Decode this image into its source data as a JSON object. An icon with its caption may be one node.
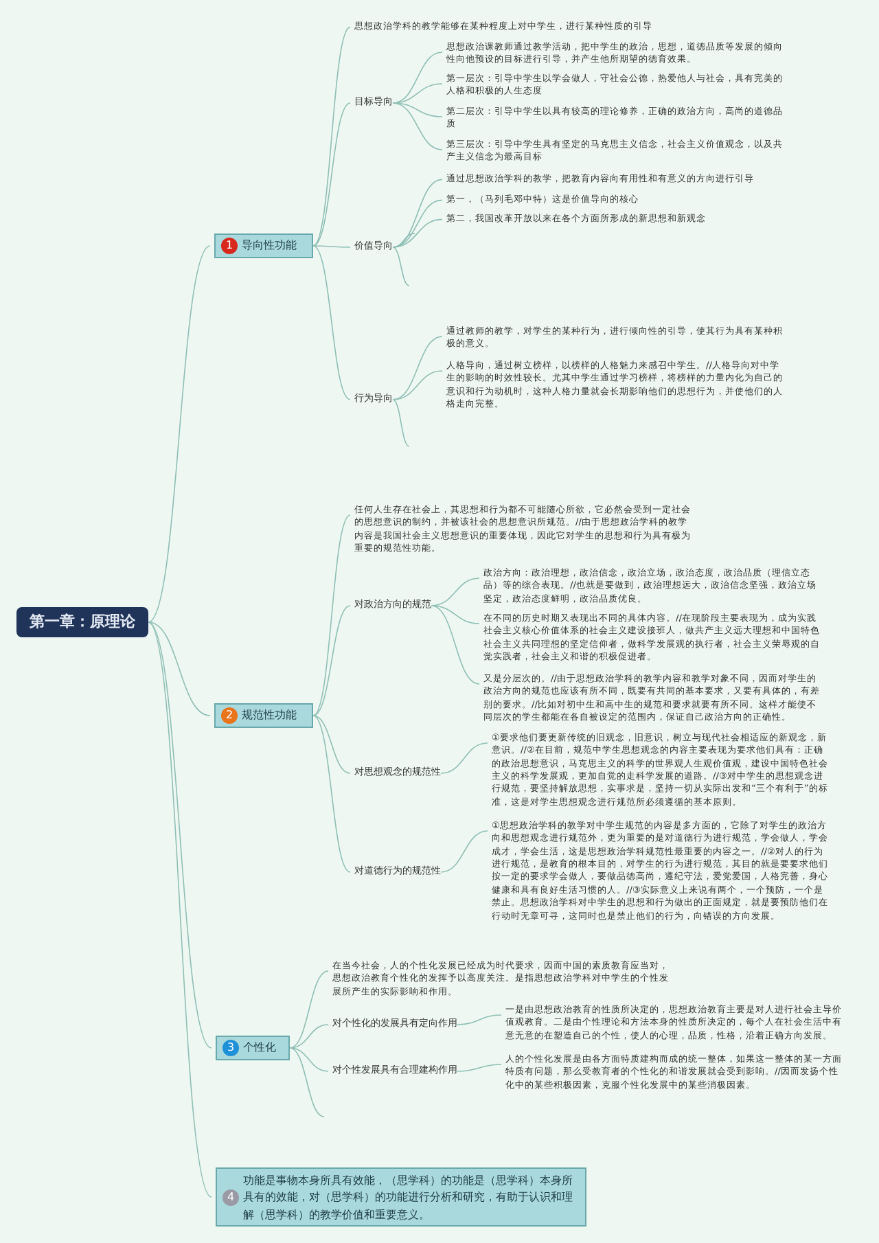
{
  "diagram": {
    "nodes": [
      {
        "text": [
          "第一章：原理论"
        ]
      },
      {
        "text": [
          "1",
          "导向性功能"
        ]
      },
      {
        "text": [
          "思想政治学科的教学能够在某种程度上对中学生，进行某种性质的引导"
        ]
      },
      {
        "text": [
          "目标导向"
        ]
      },
      {
        "text": [
          "思想政治课教师通过教学活动，把中学生的政治，思想，道德品质等发展的倾向性向他预设的目标进行引导，并产生他所期望的德育效果。"
        ]
      },
      {
        "text": [
          "第一层次：引导中学生以学会做人，守社会公德，热爱他人与社会，具有完美的人格和积极的人生态度"
        ]
      },
      {
        "text": [
          "第二层次：引导中学生以具有较高的理论修养，正确的政治方向，高尚的道德品质"
        ]
      },
      {
        "text": [
          "第三层次：引导中学生具有坚定的马克思主义信念，社会主义价值观念，以及共产主义信念为最高目标"
        ]
      },
      {
        "text": [
          "价值导向"
        ]
      },
      {
        "text": [
          "通过思想政治学科的教学，把教育内容向有用性和有意义的方向进行引导"
        ]
      },
      {
        "text": [
          "第一，（马列毛邓中特）这是价值导向的核心"
        ]
      },
      {
        "text": [
          "第二，我国改革开放以来在各个方面所形成的新思想和新观念"
        ]
      },
      {
        "text": [
          "行为导向"
        ]
      },
      {
        "text": [
          "通过教师的教学，对学生的某种行为，进行倾向性的引导，使其行为具有某种积极的意义。"
        ]
      },
      {
        "text": [
          "人格导向，通过树立榜样，以榜样的人格魅力来感召中学生。//人格导向对中学生的影响的时效性较长。尤其中学生通过学习榜样，将榜样的力量内化为自己的意识和行为动机时，这种人格力量就会长期影响他们的思想行为，并使他们的人格走向完整。"
        ]
      },
      {
        "text": [
          "2",
          "规范性功能"
        ]
      },
      {
        "text": [
          "任何人生存在社会上，其思想和行为都不可能随心所欲，它必然会受到一定社会的思想意识的制约，并被该社会的思想意识所规范。//由于思想政治学科的教学内容是我国社会主义思想意识的重要体现，因此它对学生的思想和行为具有极为重要的规范性功能。"
        ]
      },
      {
        "text": [
          "对政治方向的规范"
        ]
      },
      {
        "text": [
          "政治方向：政治理想，政治信念，政治立场，政治态度，政治品质（理信立态品）等的综合表现。//也就是要做到，政治理想远大，政治信念坚强，政治立场坚定，政治态度鲜明，政治品质优良。"
        ]
      },
      {
        "text": [
          "在不同的历史时期又表现出不同的具体内容。//在现阶段主要表现为，成为实践社会主义核心价值体系的社会主义建设接班人，做共产主义远大理想和中国特色社会主义共同理想的坚定信仰者，做科学发展观的执行者，社会主义荣辱观的自觉实践者，社会主义和谐的积极促进者。"
        ]
      },
      {
        "text": [
          "又是分层次的。//由于思想政治学科的教学内容和教学对象不同，因而对学生的政治方向的规范也应该有所不同，既要有共同的基本要求，又要有具体的，有差别的要求。//比如对初中生和高中生的规范和要求就要有所不同。这样才能使不同层次的学生都能在各自被设定的范围内，保证自己政治方向的正确性。"
        ]
      },
      {
        "text": [
          "对思想观念的规范性"
        ]
      },
      {
        "text": [
          "①要求他们要更新传统的旧观念，旧意识，树立与现代社会相适应的新观念，新意识。//②在目前，规范中学生思想观念的内容主要表现为要求他们具有：正确的政治思想意识，马克思主义的科学的世界观人生观价值观，建设中国特色社会主义的科学发展观，更加自觉的走科学发展的道路。//③对中学生的思想观念进行规范，要坚持解放思想，实事求是，坚持一切从实际出发和“三个有利于”的标准，这是对学生思想观念进行规范所必须遵循的基本原则。"
        ]
      },
      {
        "text": [
          "对道德行为的规范性"
        ]
      },
      {
        "text": [
          "①思想政治学科的教学对中学生规范的内容是多方面的，它除了对学生的政治方向和思想观念进行规范外，更为重要的是对道德行为进行规范，学会做人，学会成才，学会生活，这是思想政治学科规范性最重要的内容之一。//②对人的行为进行规范，是教育的根本目的，对学生的行为进行规范，其目的就是要要求他们按一定的要求学会做人，要做品德高尚，遵纪守法，爱党爱国，人格完善，身心健康和具有良好生活习惯的人。//③实际意义上来说有两个，一个预防，一个是禁止。思想政治学科对中学生的思想和行为做出的正面规定，就是要预防他们在行动时无章可寻，这同时也是禁止他们的行为，向错误的方向发展。"
        ]
      },
      {
        "text": [
          "3",
          "个性化"
        ]
      },
      {
        "text": [
          "在当今社会，人的个性化发展已经成为时代要求，因而中国的素质教育应当对，思想政治教育个性化的发挥予以高度关注。是指思想政治学科对中学生的个性发展所产生的实际影响和作用。"
        ]
      },
      {
        "text": [
          "对个性化的发展具有定向作用"
        ]
      },
      {
        "text": [
          "一是由思想政治教育的性质所决定的，思想政治教育主要是对人进行社会主导价值观教育。二是由个性理论和方法本身的性质所决定的，每个人在社会生活中有意无意的在塑造自己的个性，使人的心理，品质，性格，沿着正确方向发展。"
        ]
      },
      {
        "text": [
          "对个性发展具有合理建构作用"
        ]
      },
      {
        "text": [
          "人的个性化发展是由各方面特质建构而成的统一整体，如果这一整体的某一方面特质有问题，那么受教育者的个性化的和谐发展就会受到影响。//因而发扬个性化中的某些积极因素，克服个性化发展中的某些消极因素。"
        ]
      },
      {
        "text": [
          "4",
          "功能是事物本身所具有效能，（思学科）的功能是（思学科）本身所具有的效能，对（思学科）的功能进行分析和研究，有助于认识和理解（思学科）的教学价值和重要意义。"
        ]
      }
    ],
    "edges": [
      {
        "from": 0,
        "to": 1,
        "arrow": "none"
      },
      {
        "from": 0,
        "to": 15,
        "arrow": "none"
      },
      {
        "from": 0,
        "to": 25,
        "arrow": "none"
      },
      {
        "from": 0,
        "to": 31,
        "arrow": "none"
      },
      {
        "from": 1,
        "to": 2,
        "arrow": "none"
      },
      {
        "from": 1,
        "to": 3,
        "arrow": "none"
      },
      {
        "from": 1,
        "to": 8,
        "arrow": "none"
      },
      {
        "from": 1,
        "to": 12,
        "arrow": "none"
      },
      {
        "from": 3,
        "to": 4,
        "arrow": "none"
      },
      {
        "from": 3,
        "to": 5,
        "arrow": "none"
      },
      {
        "from": 3,
        "to": 6,
        "arrow": "none"
      },
      {
        "from": 3,
        "to": 7,
        "arrow": "none"
      },
      {
        "from": 8,
        "to": 9,
        "arrow": "none"
      },
      {
        "from": 8,
        "to": 10,
        "arrow": "none"
      },
      {
        "from": 8,
        "to": 11,
        "arrow": "none"
      },
      {
        "from": 8,
        "to": null,
        "arrow": "none"
      },
      {
        "from": 8,
        "to": null,
        "arrow": "none"
      },
      {
        "from": 12,
        "to": 13,
        "arrow": "none"
      },
      {
        "from": 12,
        "to": 14,
        "arrow": "none"
      },
      {
        "from": 12,
        "to": null,
        "arrow": "none"
      },
      {
        "from": 15,
        "to": 16,
        "arrow": "none"
      },
      {
        "from": 15,
        "to": 17,
        "arrow": "none"
      },
      {
        "from": 15,
        "to": 21,
        "arrow": "none"
      },
      {
        "from": 15,
        "to": 23,
        "arrow": "none"
      },
      {
        "from": 17,
        "to": 18,
        "arrow": "none"
      },
      {
        "from": 17,
        "to": 19,
        "arrow": "none"
      },
      {
        "from": 17,
        "to": 20,
        "arrow": "none"
      },
      {
        "from": 21,
        "to": 22,
        "arrow": "none"
      },
      {
        "from": 23,
        "to": 24,
        "arrow": "none"
      },
      {
        "from": 25,
        "to": 26,
        "arrow": "none"
      },
      {
        "from": 25,
        "to": 27,
        "arrow": "none"
      },
      {
        "from": 25,
        "to": 29,
        "arrow": "none"
      },
      {
        "from": 25,
        "to": null,
        "arrow": "none"
      },
      {
        "from": 27,
        "to": 28,
        "arrow": "none"
      },
      {
        "from": 29,
        "to": 30,
        "arrow": "none"
      }
    ]
  }
}
